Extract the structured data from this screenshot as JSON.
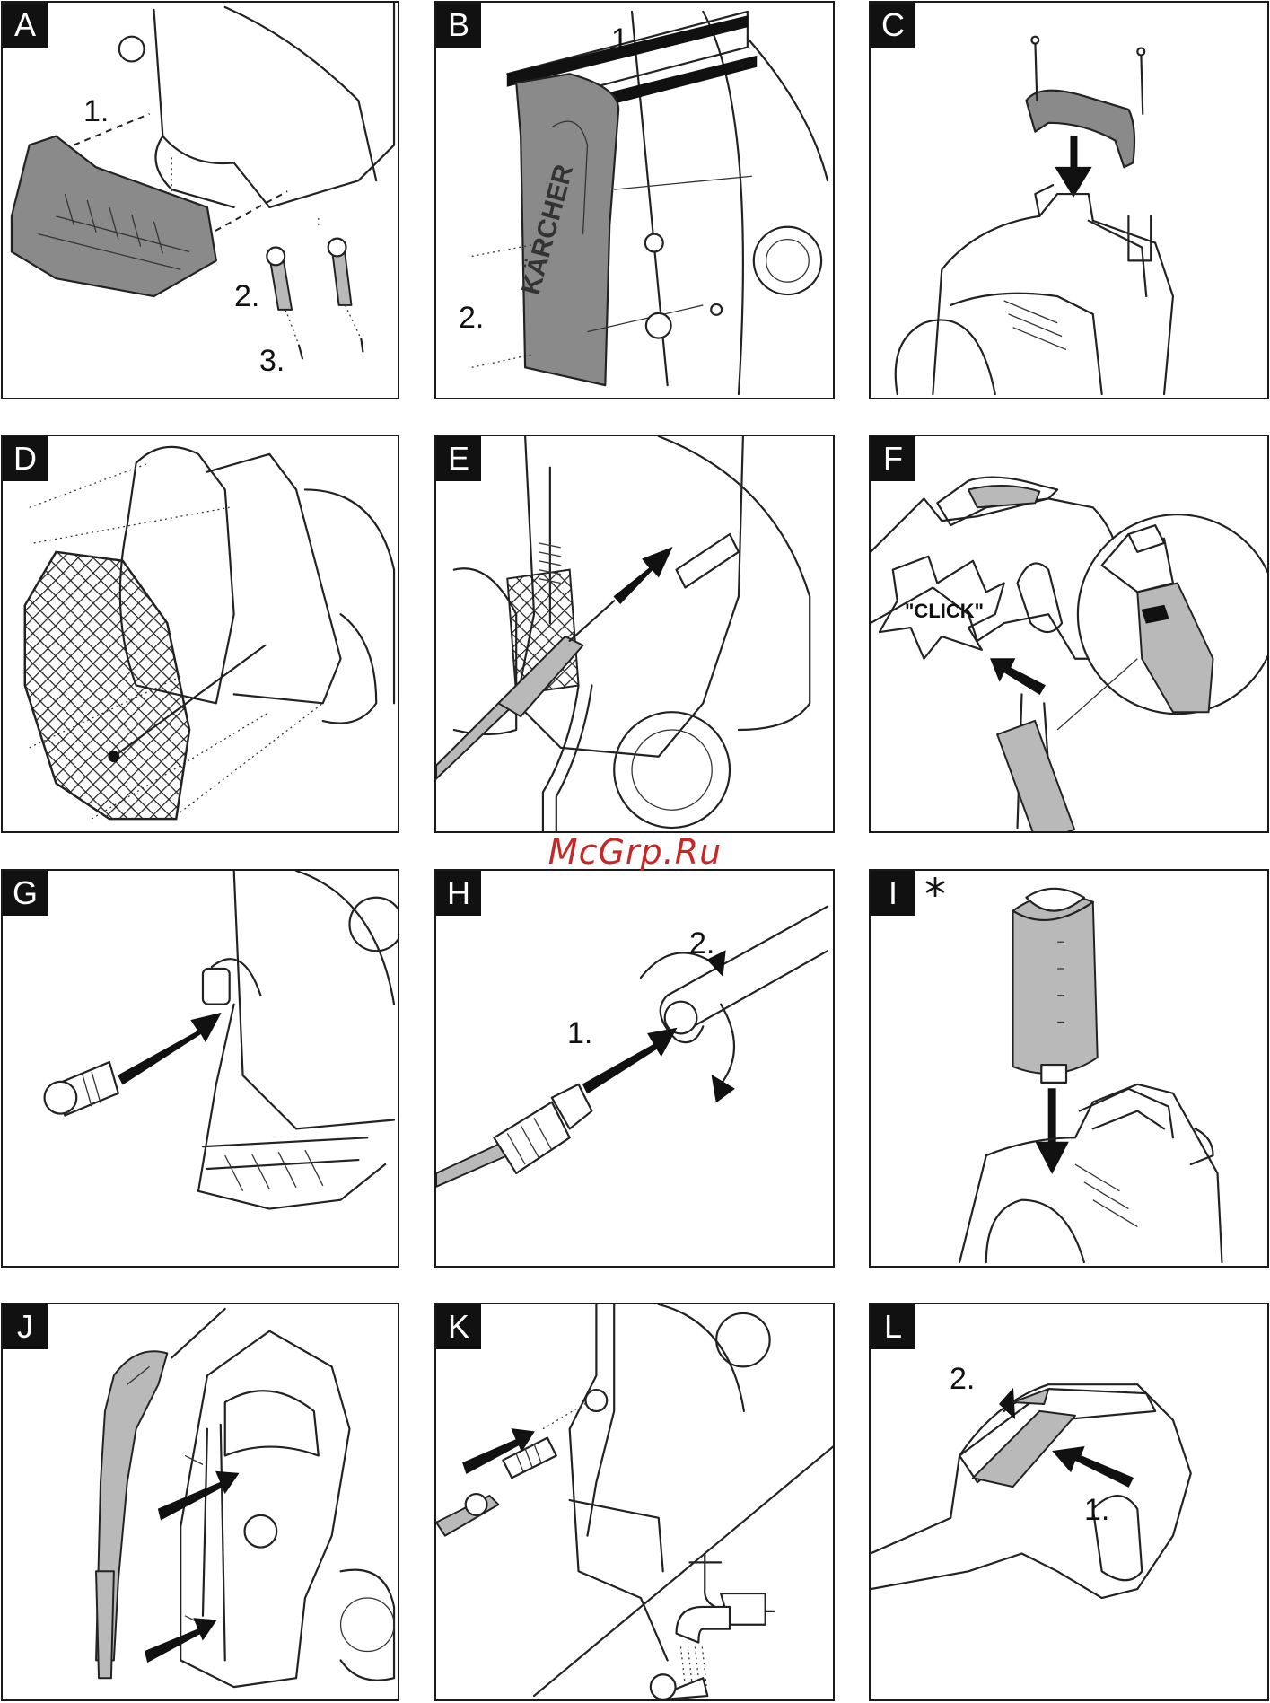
{
  "watermark": "McGrp.Ru",
  "panels": [
    {
      "letter": "A",
      "steps": [
        "1.",
        "2.",
        "3."
      ]
    },
    {
      "letter": "B",
      "steps": [
        "1.",
        "2."
      ]
    },
    {
      "letter": "C"
    },
    {
      "letter": "D"
    },
    {
      "letter": "E"
    },
    {
      "letter": "F",
      "callout": "\"CLICK\""
    },
    {
      "letter": "G"
    },
    {
      "letter": "H",
      "steps": [
        "1.",
        "2."
      ]
    },
    {
      "letter": "I",
      "marker": "*"
    },
    {
      "letter": "J"
    },
    {
      "letter": "K"
    },
    {
      "letter": "L",
      "steps": [
        "1.",
        "2."
      ]
    }
  ],
  "brand_text": "KÄRCHER"
}
